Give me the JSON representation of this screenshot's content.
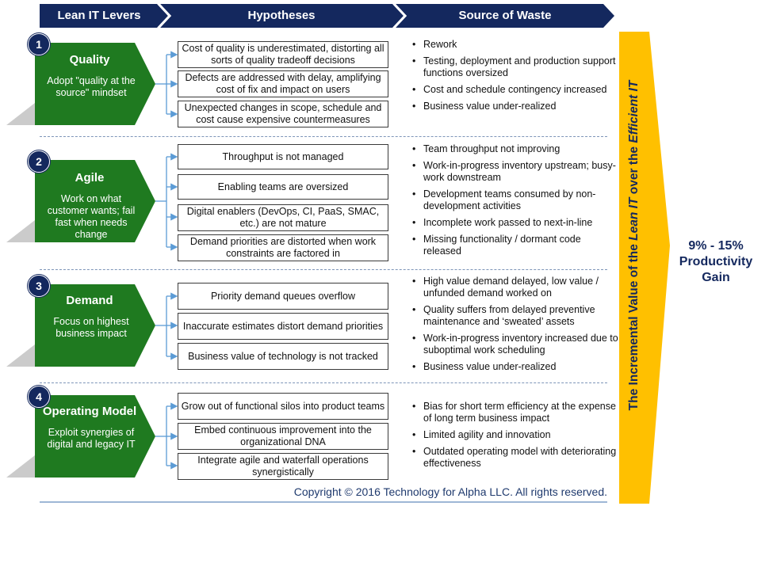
{
  "headers": {
    "levers": "Lean IT Levers",
    "hypotheses": "Hypotheses",
    "waste": "Source of Waste"
  },
  "colors": {
    "navy": "#14285e",
    "green": "#1f7a20",
    "gold": "#ffc000",
    "arrow": "#5b9bd5"
  },
  "sections": [
    {
      "number": "1",
      "title": "Quality",
      "desc": "Adopt \"quality at the source\" mindset",
      "hypotheses": [
        "Cost of quality is underestimated, distorting all sorts of quality tradeoff decisions",
        "Defects are addressed with delay, amplifying cost of fix and impact on users",
        "Unexpected changes in scope, schedule and cost cause expensive countermeasures"
      ],
      "waste": [
        "Rework",
        "Testing, deployment and production support functions oversized",
        "Cost and schedule contingency increased",
        "Business value under-realized"
      ]
    },
    {
      "number": "2",
      "title": "Agile",
      "desc": "Work on what customer wants; fail fast when needs change",
      "hypotheses": [
        "Throughput is not managed",
        "Enabling teams are oversized",
        "Digital enablers (DevOps, CI, PaaS, SMAC, etc.) are not mature",
        "Demand priorities are distorted when work constraints are factored in"
      ],
      "waste": [
        "Team throughput not improving",
        "Work-in-progress inventory upstream; busy-work downstream",
        "Development teams consumed by non-development activities",
        "Incomplete work passed to next-in-line",
        "Missing functionality / dormant code released"
      ]
    },
    {
      "number": "3",
      "title": "Demand",
      "desc": "Focus on highest business impact",
      "hypotheses": [
        "Priority demand queues overflow",
        "Inaccurate estimates distort demand priorities",
        "Business value of technology is not tracked"
      ],
      "waste": [
        "High value demand delayed, low value / unfunded demand worked on",
        "Quality suffers from delayed preventive maintenance and ‘sweated’ assets",
        "Work-in-progress inventory increased due to suboptimal work scheduling",
        "Business value under-realized"
      ]
    },
    {
      "number": "4",
      "title": "Operating Model",
      "desc": "Exploit synergies of digital and legacy IT",
      "hypotheses": [
        "Grow out of functional silos into product teams",
        "Embed continuous improvement into the organizational DNA",
        "Integrate agile and waterfall operations synergistically"
      ],
      "waste": [
        "Bias for short term efficiency at the expense of long term business impact",
        "Limited agility and innovation",
        "Outdated operating model with deteriorating effectiveness"
      ]
    }
  ],
  "vertical_label": {
    "part1": "The Incremental Value of the ",
    "emph1": "Lean IT",
    "part2": " over the ",
    "emph2": "Efficient IT"
  },
  "gain": {
    "line1": "9% - 15%",
    "line2": "Productivity",
    "line3": "Gain"
  },
  "copyright": "Copyright © 2016 Technology for Alpha LLC. All rights reserved."
}
